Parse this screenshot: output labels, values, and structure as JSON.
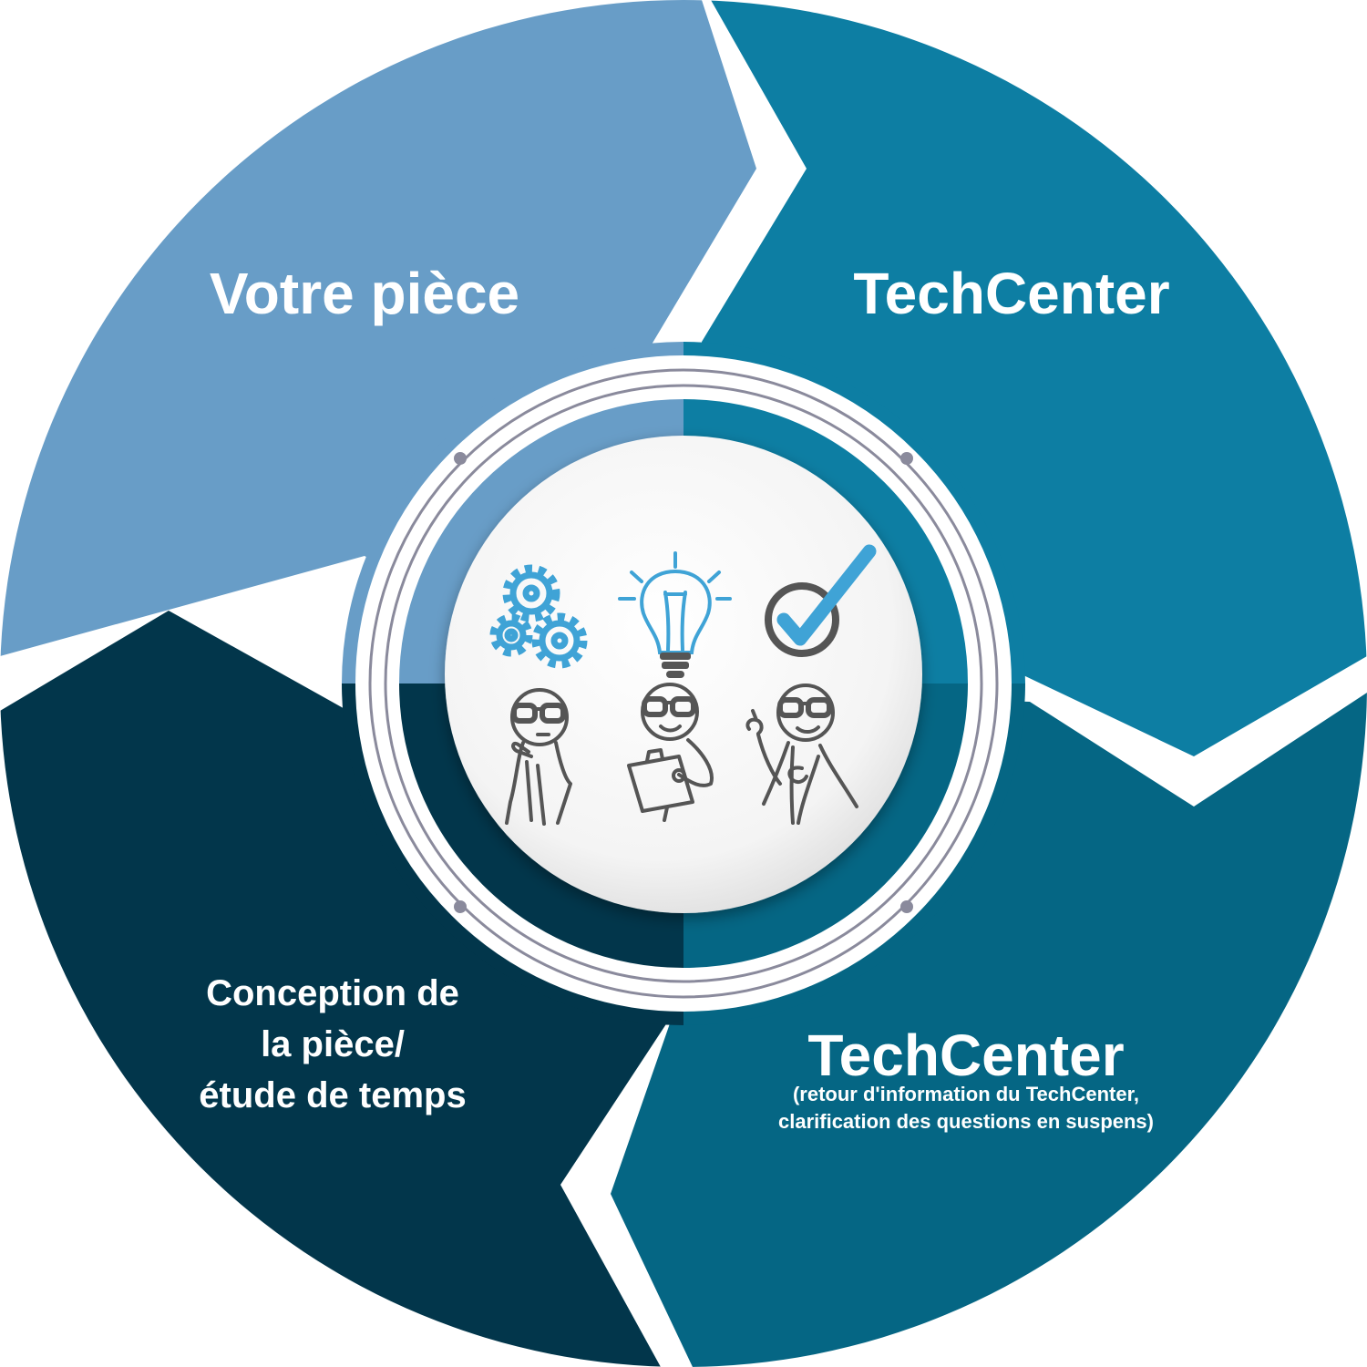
{
  "segments": [
    {
      "id": "votre-piece",
      "label": "Votre pièce",
      "color": "#689dc7"
    },
    {
      "id": "techcenter",
      "label": "TechCenter",
      "color": "#0d7ea3"
    },
    {
      "id": "techcenter-feedback",
      "label": "TechCenter",
      "sublabel_1": "(retour d'information du TechCenter,",
      "sublabel_2": "clarification des questions en suspens)",
      "color": "#056684"
    },
    {
      "id": "conception",
      "label_1": "Conception de",
      "label_2": "la pièce/",
      "label_3": "étude de temps",
      "color": "#02364b"
    }
  ],
  "center": {
    "icons": [
      "gears-icon",
      "lightbulb-icon",
      "checkmark-icon"
    ],
    "figures": [
      "thinking-person-icon",
      "clipboard-person-icon",
      "idea-person-icon"
    ],
    "accent_color": "#3fa3d6",
    "sketch_color": "#555555"
  }
}
